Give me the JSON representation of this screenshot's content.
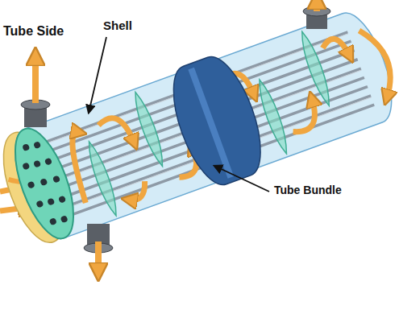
{
  "diagram": {
    "labels": [
      "Tube Side",
      "Shell",
      "Tube Bundle"
    ]
  }
}
